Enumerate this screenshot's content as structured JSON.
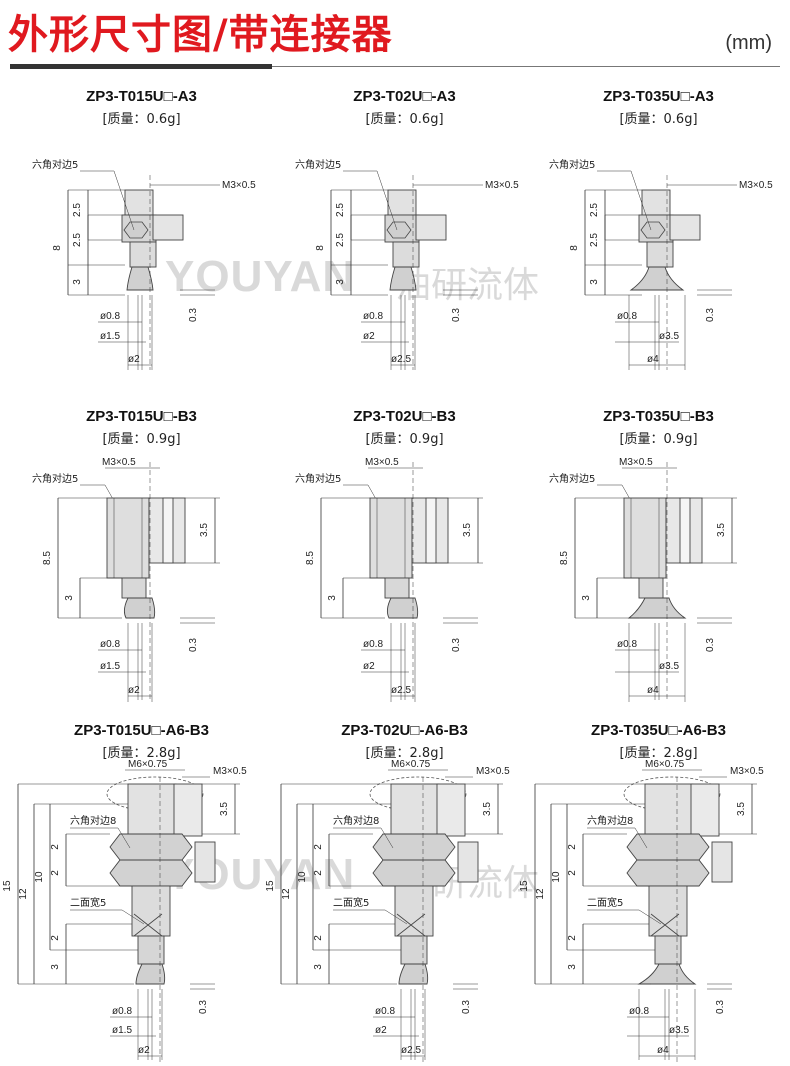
{
  "title": "外形尺寸图/带连接器",
  "unit": "(mm)",
  "watermark": {
    "latin": "YOUYAN",
    "chinese": "油研流体"
  },
  "rows": [
    {
      "type": "A3",
      "items": [
        {
          "model": "ZP3-T015U□-A3",
          "mass": "[质量：0.6g]",
          "hex": "六角对边5",
          "thread": "M3×0.5",
          "d_inner": "ø0.8",
          "d_mid": "ø1.5",
          "d_outer": "ø2",
          "h1": "2.5",
          "h2": "2.5",
          "h3": "3",
          "h_total": "8",
          "gap": "0.3"
        },
        {
          "model": "ZP3-T02U□-A3",
          "mass": "[质量：0.6g]",
          "hex": "六角对边5",
          "thread": "M3×0.5",
          "d_inner": "ø0.8",
          "d_mid": "ø2",
          "d_outer": "ø2.5",
          "h1": "2.5",
          "h2": "2.5",
          "h3": "3",
          "h_total": "8",
          "gap": "0.3"
        },
        {
          "model": "ZP3-T035U□-A3",
          "mass": "[质量：0.6g]",
          "hex": "六角对边5",
          "thread": "M3×0.5",
          "d_inner": "ø0.8",
          "d_mid": "ø3.5",
          "d_outer": "ø4",
          "h1": "2.5",
          "h2": "2.5",
          "h3": "3",
          "h_total": "8",
          "gap": "0.3"
        }
      ]
    },
    {
      "type": "B3",
      "items": [
        {
          "model": "ZP3-T015U□-B3",
          "mass": "[质量：0.9g]",
          "hex": "六角对边5",
          "thread": "M3×0.5",
          "d_inner": "ø0.8",
          "d_mid": "ø1.5",
          "d_outer": "ø2",
          "h_top": "3.5",
          "h3": "3",
          "h_total": "8.5",
          "gap": "0.3"
        },
        {
          "model": "ZP3-T02U□-B3",
          "mass": "[质量：0.9g]",
          "hex": "六角对边5",
          "thread": "M3×0.5",
          "d_inner": "ø0.8",
          "d_mid": "ø2",
          "d_outer": "ø2.5",
          "h_top": "3.5",
          "h3": "3",
          "h_total": "8.5",
          "gap": "0.3"
        },
        {
          "model": "ZP3-T035U□-B3",
          "mass": "[质量：0.9g]",
          "hex": "六角对边5",
          "thread": "M3×0.5",
          "d_inner": "ø0.8",
          "d_mid": "ø3.5",
          "d_outer": "ø4",
          "h_top": "3.5",
          "h3": "3",
          "h_total": "8.5",
          "gap": "0.3"
        }
      ]
    },
    {
      "type": "A6-B3",
      "items": [
        {
          "model": "ZP3-T015U□-A6-B3",
          "mass": "[质量：2.8g]",
          "hex": "六角对边8",
          "flat": "二面宽5",
          "thread_out": "M6×0.75",
          "thread": "M3×0.5",
          "d_inner": "ø0.8",
          "d_mid": "ø1.5",
          "d_outer": "ø2",
          "h_top": "3.5",
          "h_a": "2",
          "h_b": "2",
          "h_c": "2",
          "h3": "3",
          "h10": "10",
          "h12": "12",
          "h15": "15",
          "gap": "0.3"
        },
        {
          "model": "ZP3-T02U□-A6-B3",
          "mass": "[质量：2.8g]",
          "hex": "六角对边8",
          "flat": "二面宽5",
          "thread_out": "M6×0.75",
          "thread": "M3×0.5",
          "d_inner": "ø0.8",
          "d_mid": "ø2",
          "d_outer": "ø2.5",
          "h_top": "3.5",
          "h_a": "2",
          "h_b": "2",
          "h_c": "2",
          "h3": "3",
          "h10": "10",
          "h12": "12",
          "h15": "15",
          "gap": "0.3"
        },
        {
          "model": "ZP3-T035U□-A6-B3",
          "mass": "[质量：2.8g]",
          "hex": "六角对边8",
          "flat": "二面宽5",
          "thread_out": "M6×0.75",
          "thread": "M3×0.5",
          "d_inner": "ø0.8",
          "d_mid": "ø3.5",
          "d_outer": "ø4",
          "h_top": "3.5",
          "h_a": "2",
          "h_b": "2",
          "h_c": "2",
          "h3": "3",
          "h10": "10",
          "h12": "12",
          "h15": "15",
          "gap": "0.3"
        }
      ]
    }
  ]
}
